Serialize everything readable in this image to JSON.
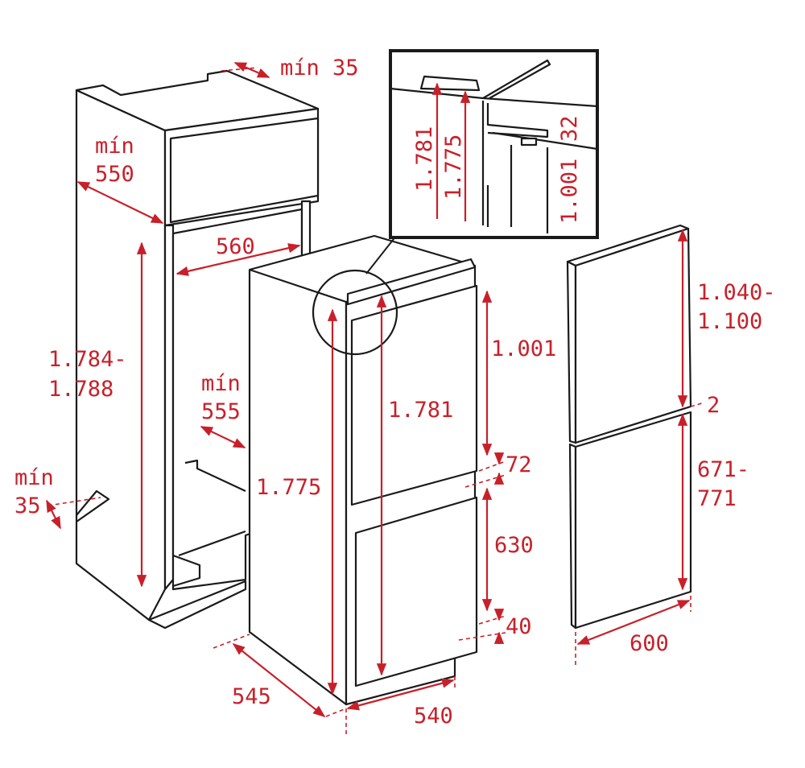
{
  "colors": {
    "dimension": "#c8202a",
    "line": "#1a1a1a"
  },
  "niche": {
    "top_depth_min": "mín 35",
    "depth_min": [
      "mín",
      "550"
    ],
    "inner_width": "560",
    "height": [
      "1.784-",
      "1.788"
    ],
    "inner_depth_min": [
      "mín",
      "555"
    ],
    "bottom_depth_min": [
      "mín",
      "35"
    ]
  },
  "appliance": {
    "height_total": "1.775",
    "height_door": "1.781",
    "upper_door": "1.001",
    "gap_middle": "72",
    "lower_door": "630",
    "gap_bottom": "40",
    "depth": "545",
    "width": "540"
  },
  "detail_inset": {
    "a": "1.781",
    "b": "1.775",
    "c": "32",
    "d": "1.001"
  },
  "door_panel": {
    "upper": [
      "1.040-",
      "1.100"
    ],
    "gap": "2",
    "lower": [
      "671-",
      "771"
    ],
    "width": "600"
  }
}
